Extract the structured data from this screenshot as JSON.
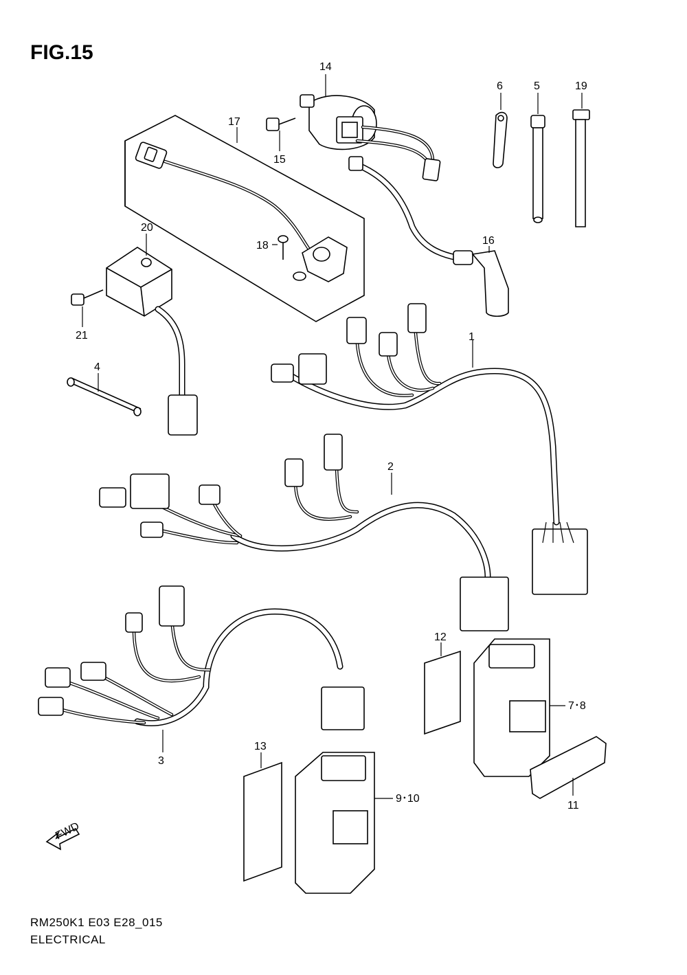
{
  "figure": {
    "title": "FIG.15",
    "model_code": "RM250K1 E03 E28_015",
    "section": "ELECTRICAL",
    "fwd_label": "FWD"
  },
  "callouts": {
    "c1": "1",
    "c2": "2",
    "c3": "3",
    "c4": "4",
    "c5": "5",
    "c6": "6",
    "c78": "7･8",
    "c910": "9･10",
    "c11": "11",
    "c12": "12",
    "c13": "13",
    "c14": "14",
    "c15": "15",
    "c16": "16",
    "c17": "17",
    "c18": "18",
    "c19": "19",
    "c20": "20",
    "c21": "21"
  }
}
